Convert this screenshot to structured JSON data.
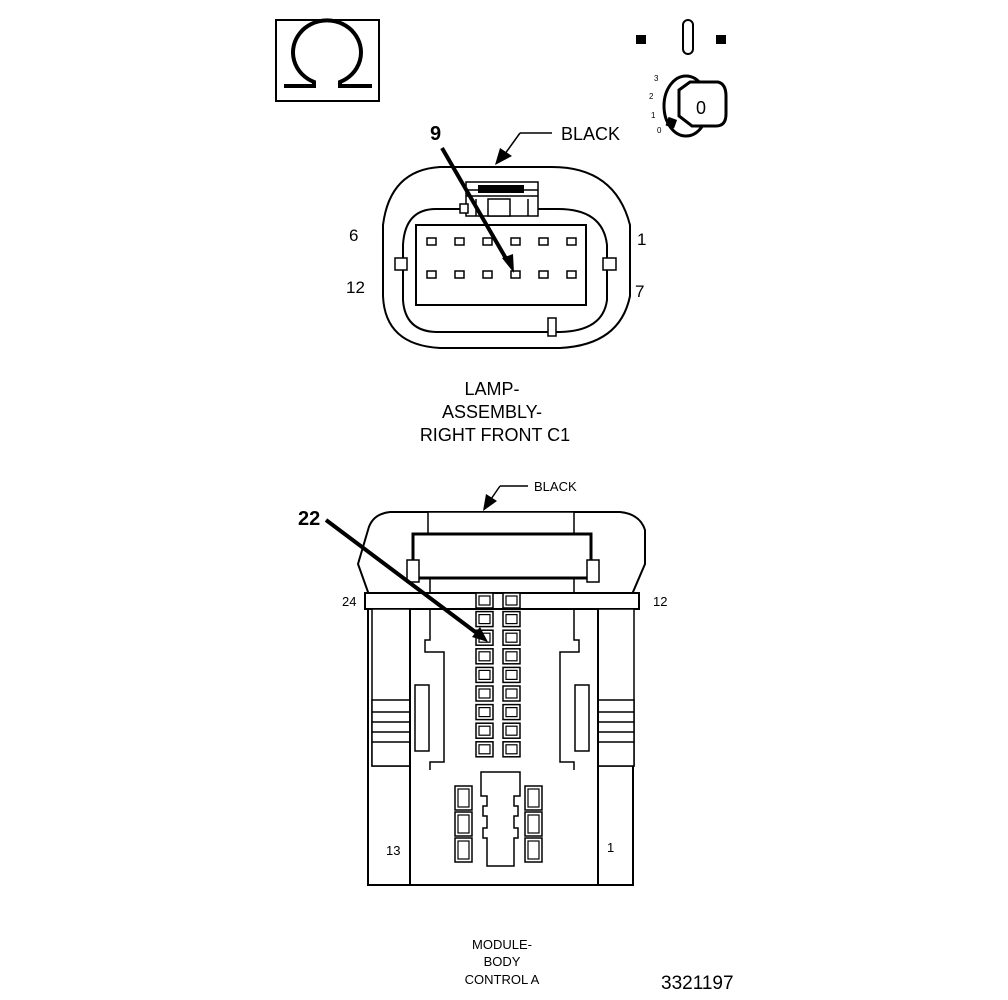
{
  "icons": {
    "ground_symbol": "omega-icon",
    "ignition_switch": "ignition-key-icon",
    "ignition_positions": [
      "3",
      "2",
      "1",
      "0"
    ],
    "ignition_key_letter": "0"
  },
  "connector_c1": {
    "caption_lines": [
      "LAMP-",
      "ASSEMBLY-",
      "RIGHT FRONT C1"
    ],
    "color_label": "BLACK",
    "callout_pin": "9",
    "pin_labels": {
      "top_left": "6",
      "top_right": "1",
      "bottom_left": "12",
      "bottom_right": "7"
    }
  },
  "connector_bcm": {
    "caption_lines": [
      "MODULE-",
      "BODY",
      "CONTROL A"
    ],
    "color_label": "BLACK",
    "callout_pin": "22",
    "pin_labels": {
      "top_left": "24",
      "top_right": "12",
      "bottom_left": "13",
      "bottom_right": "1"
    }
  },
  "figure_number": "3321197",
  "colors": {
    "ink": "#000000",
    "background": "#ffffff"
  }
}
